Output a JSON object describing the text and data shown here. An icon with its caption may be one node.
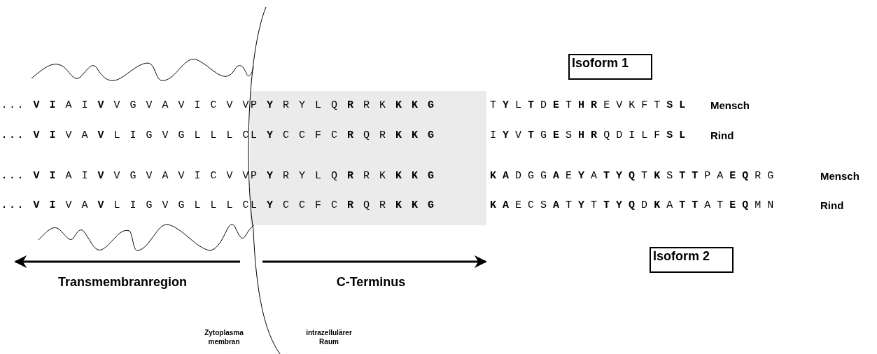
{
  "diagram": {
    "nodes": [
      {
        "text": [
          "Isoform 1"
        ]
      },
      {
        "text": [
          "Isoform 2"
        ]
      }
    ],
    "edges": [],
    "labels": [
      "... **V I** A I **V** V G V A V I C V V",
      "P **Y** R Y L Q **R** R K **K K G**",
      "T **Y** L **T** D **E** T **H R** E V K F T **S L**",
      "Mensch",
      "**...** **V I** V A **V** L I G V G L L L C",
      "L **Y** C C F C **R** Q R **K K G**",
      "I **Y** V **T** G **E** S **H R** Q D I L F **S L**",
      "Rind",
      "**...** **V I** A I **V** V G V A V I C V V",
      "P **Y** R Y L Q **R** R K **K K G**",
      "**K A** D G G **A** E **Y** A **T Y Q** T **K** S **T T** P A **E Q** R G",
      "Mensch",
      "**...** **V I** V A **V** L I G V G L L L C",
      "L **Y** C C F C **R** Q R **K K G**",
      "**K A** E C S **A** T **Y** T **T Y Q** D **K** A **T T** A T **E Q** M N",
      "Rind",
      "Transmembranregion",
      "C-Terminus",
      "Zytoplasma membran",
      "intrazellulärer Raum"
    ]
  }
}
